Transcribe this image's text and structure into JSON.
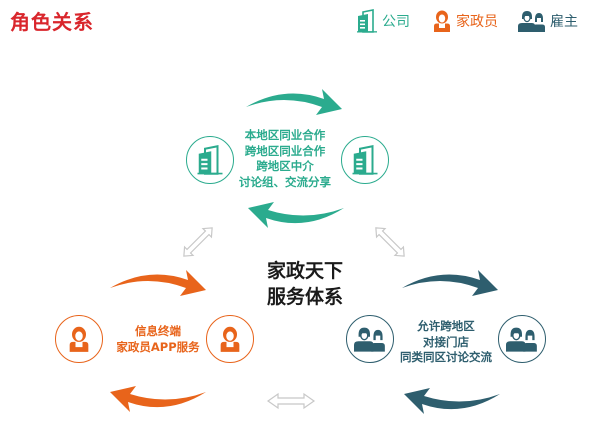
{
  "title": "角色关系",
  "colors": {
    "title": "#d9262c",
    "company": "#2bab8e",
    "housekeeper": "#e8641b",
    "employer": "#2e5e6e",
    "connector": "#c8c8c8",
    "center_text": "#1a1a1a"
  },
  "legend": [
    {
      "icon": "building-icon",
      "label": "公司"
    },
    {
      "icon": "housekeeper-icon",
      "label": "家政员"
    },
    {
      "icon": "employer-icon",
      "label": "雇主"
    }
  ],
  "center": {
    "line1": "家政天下",
    "line2": "服务体系"
  },
  "groups": {
    "company": {
      "lines": [
        "本地区同业合作",
        "跨地区同业合作",
        "跨地区中介",
        "讨论组、交流分享"
      ]
    },
    "housekeeper": {
      "lines": [
        "信息终端",
        "家政员APP服务"
      ]
    },
    "employer": {
      "lines": [
        "允许跨地区",
        "对接门店",
        "同类同区讨论交流"
      ]
    }
  }
}
